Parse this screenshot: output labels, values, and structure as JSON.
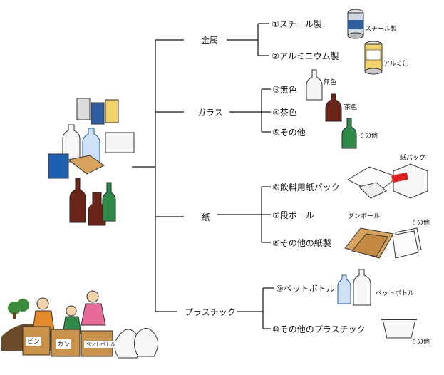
{
  "categories": [
    {
      "label": "金属",
      "items": [
        {
          "label": "①スチール製",
          "caption": "スチール製"
        },
        {
          "label": "②アルミニウム製",
          "caption": "アルミ缶"
        }
      ]
    },
    {
      "label": "ガラス",
      "items": [
        {
          "label": "③無色",
          "caption": "無色"
        },
        {
          "label": "④茶色",
          "caption": "茶色"
        },
        {
          "label": "⑤その他",
          "caption": "その他"
        }
      ]
    },
    {
      "label": "紙",
      "items": [
        {
          "label": "⑥飲料用紙パック",
          "caption": "紙パック"
        },
        {
          "label": "⑦段ボール",
          "caption": "ダンボール"
        },
        {
          "label": "⑧その他の紙製",
          "caption": "その他"
        }
      ]
    },
    {
      "label": "プラスチック",
      "items": [
        {
          "label": "⑨ペットボトル",
          "caption": "ペットボトル"
        },
        {
          "label": "⑩その他のプラスチック",
          "caption": "その他"
        }
      ]
    }
  ],
  "illustration_labels": {
    "box_1": "ビン",
    "box_2": "カン",
    "box_3": "ペットボトル"
  },
  "colors": {
    "line": "#111111",
    "brown_glass": "#6b2418",
    "green_glass": "#2f8a4a",
    "milk_blue": "#1f5fb0",
    "cardboard": "#d8a35c",
    "crate": "#c8924a"
  }
}
